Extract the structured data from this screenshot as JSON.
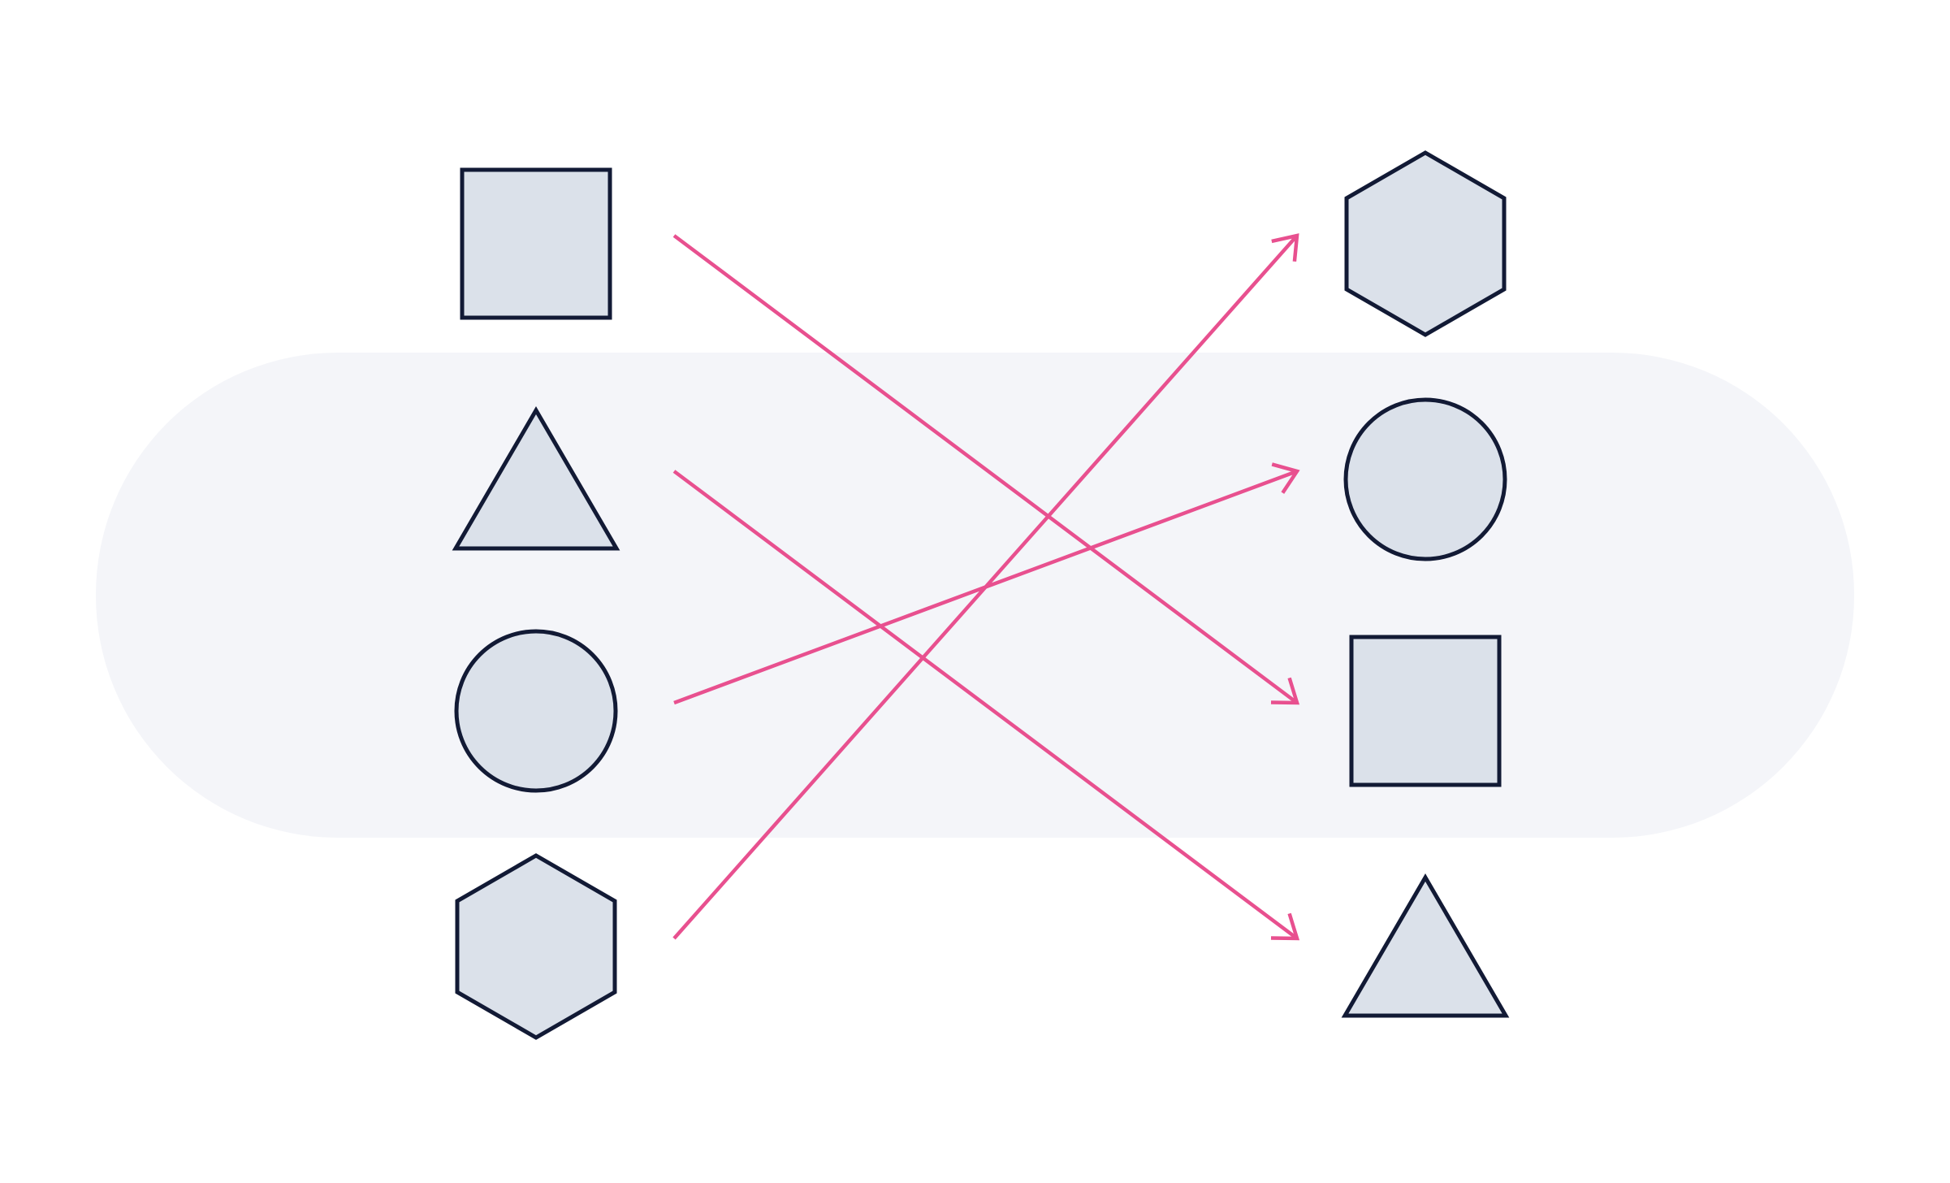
{
  "colors": {
    "background": "#ffffff",
    "band": "#f4f5f9",
    "shape_fill": "#dbe1ea",
    "shape_stroke": "#121a35",
    "arrow": "#e8508f"
  },
  "left_column": [
    "square",
    "triangle",
    "circle",
    "hexagon"
  ],
  "right_column": [
    "hexagon",
    "circle",
    "square",
    "triangle"
  ],
  "mappings": [
    {
      "from": "square",
      "to": "square"
    },
    {
      "from": "triangle",
      "to": "triangle"
    },
    {
      "from": "circle",
      "to": "circle"
    },
    {
      "from": "hexagon",
      "to": "hexagon"
    }
  ]
}
